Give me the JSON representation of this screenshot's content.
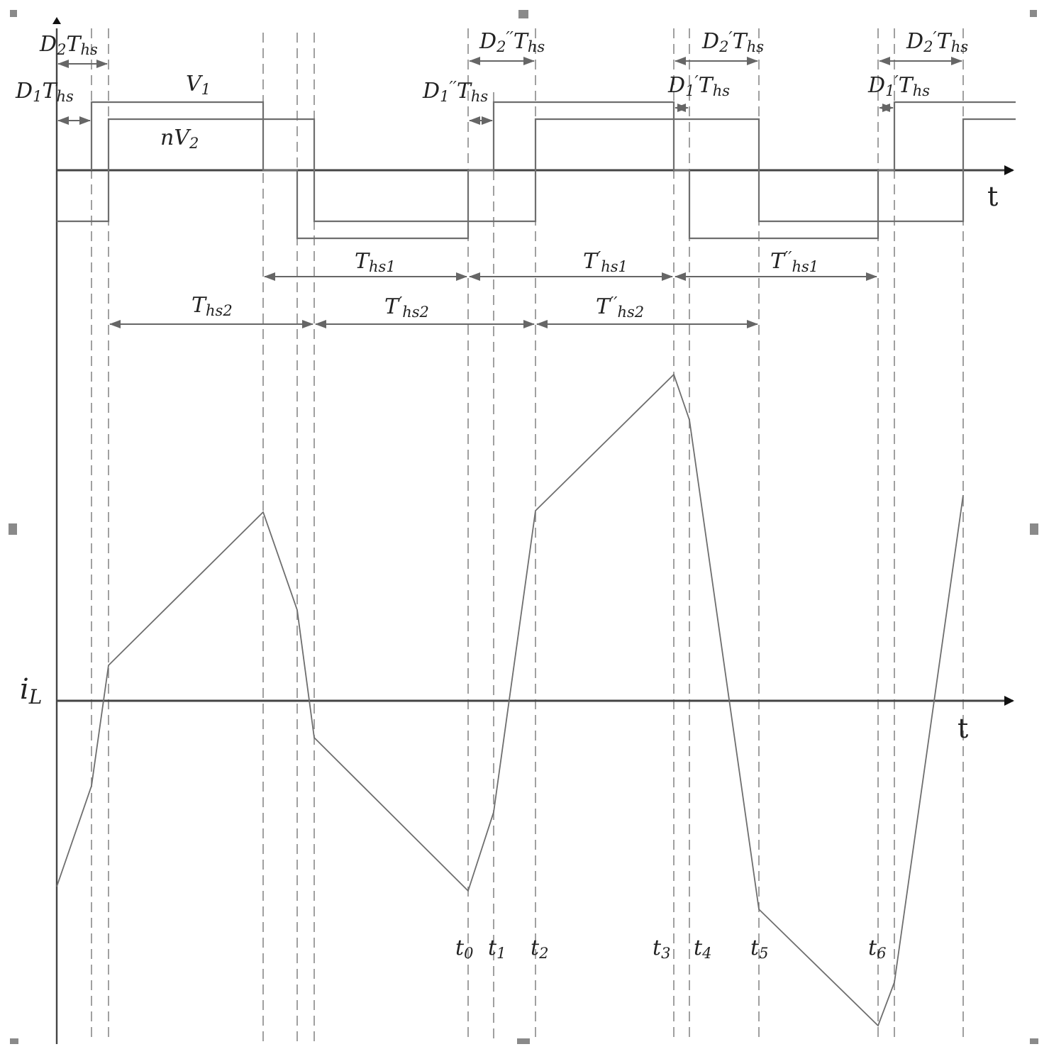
{
  "diagram": {
    "top_axis_label": "t",
    "bottom_axis_label": "t",
    "current_label": "i_L",
    "waveform_labels": {
      "v1": "V_1",
      "nv2": "nV_2"
    },
    "duty_labels": {
      "d2_first": "D_2T_hs",
      "d1_first": "D_1T_hs",
      "d2_pp": "D_2''T_hs",
      "d1_pp": "D_1''T_hs",
      "d2_p_a": "D_2'T_hs",
      "d1_p_a": "D_1'T_hs",
      "d2_p_b": "D_2'T_hs",
      "d1_p_b": "D_1'T_hs"
    },
    "period_labels": {
      "ths1": "T_hs1",
      "ths1_p": "T'_hs1",
      "ths1_pp": "T''_hs1",
      "ths2": "T_hs2",
      "ths2_p": "T'_hs2",
      "ths2_pp": "T''_hs2"
    },
    "time_labels": [
      "t_0",
      "t_1",
      "t_2",
      "t_3",
      "t_4",
      "t_5",
      "t_6"
    ]
  },
  "colors": {
    "wave": "#6e6e6e",
    "axis": "#444444",
    "dashed": "#888888",
    "text": "#222222"
  }
}
